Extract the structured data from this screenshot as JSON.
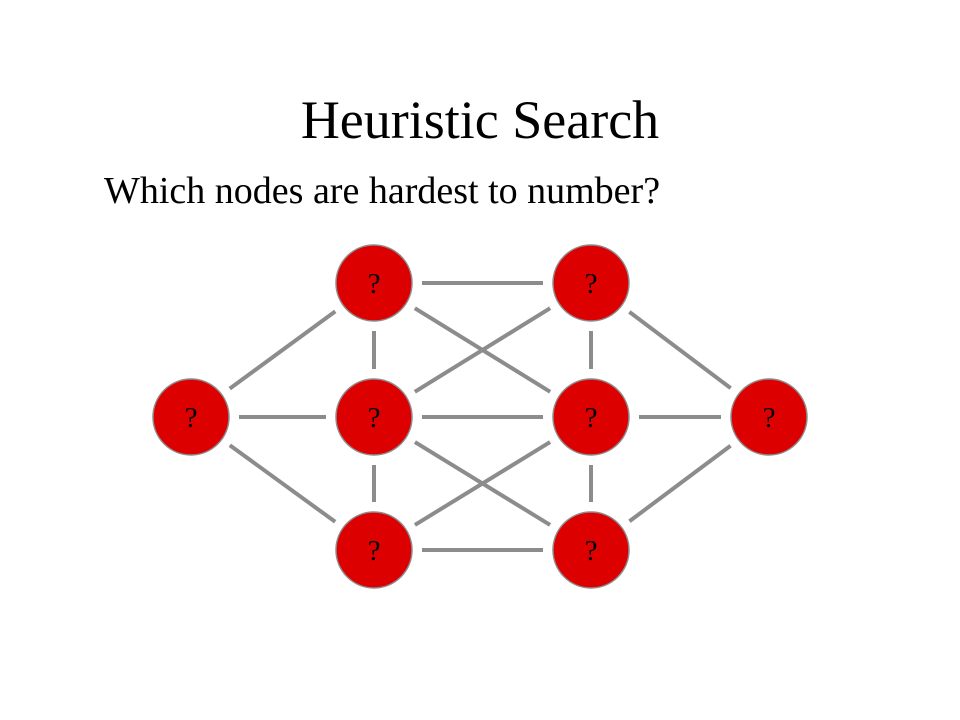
{
  "slide": {
    "title": "Heuristic Search",
    "subtitle": "Which nodes are hardest to number?"
  },
  "graph": {
    "node_fill": "#dd0000",
    "node_stroke": "#8c8c8c",
    "edge_color": "#8c8c8c",
    "label_color": "#000000",
    "nodes": [
      {
        "id": "left",
        "label": "?"
      },
      {
        "id": "col1-top",
        "label": "?"
      },
      {
        "id": "col1-middle",
        "label": "?"
      },
      {
        "id": "col1-bottom",
        "label": "?"
      },
      {
        "id": "col2-top",
        "label": "?"
      },
      {
        "id": "col2-middle",
        "label": "?"
      },
      {
        "id": "col2-bottom",
        "label": "?"
      },
      {
        "id": "right",
        "label": "?"
      }
    ],
    "edges": [
      [
        "left",
        "col1-top"
      ],
      [
        "left",
        "col1-middle"
      ],
      [
        "left",
        "col1-bottom"
      ],
      [
        "col1-top",
        "col1-middle"
      ],
      [
        "col1-middle",
        "col1-bottom"
      ],
      [
        "col2-top",
        "col2-middle"
      ],
      [
        "col2-middle",
        "col2-bottom"
      ],
      [
        "col1-top",
        "col2-top"
      ],
      [
        "col1-top",
        "col2-middle"
      ],
      [
        "col1-middle",
        "col2-top"
      ],
      [
        "col1-middle",
        "col2-middle"
      ],
      [
        "col1-middle",
        "col2-bottom"
      ],
      [
        "col1-bottom",
        "col2-middle"
      ],
      [
        "col1-bottom",
        "col2-bottom"
      ],
      [
        "col2-top",
        "right"
      ],
      [
        "col2-middle",
        "right"
      ],
      [
        "col2-bottom",
        "right"
      ]
    ]
  }
}
